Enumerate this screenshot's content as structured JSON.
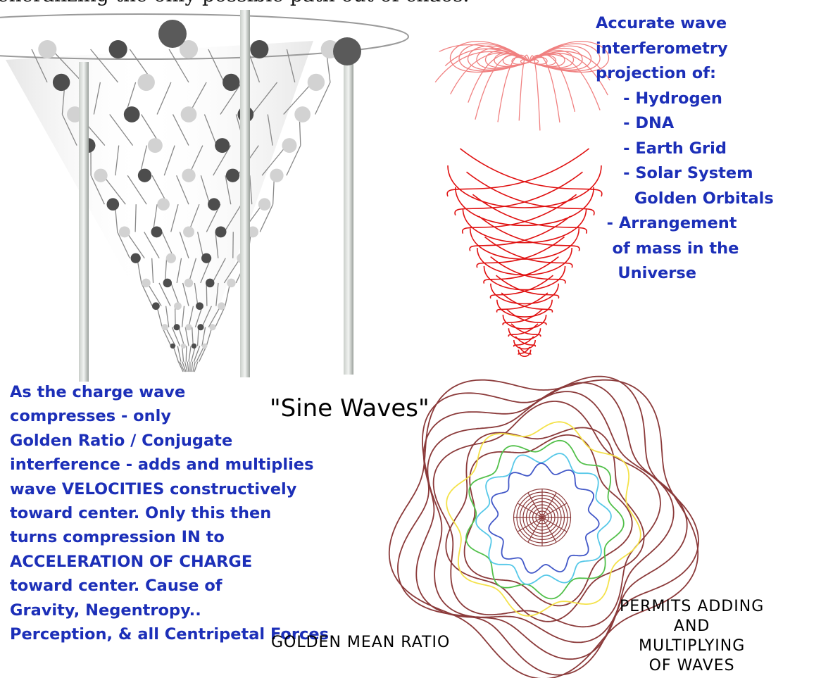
{
  "top_caption": "eneralizing the only possible path out of chaos.",
  "projection_block": {
    "lines": [
      "Accurate wave",
      "interferometry",
      "projection of:",
      "     - Hydrogen",
      "     - DNA",
      "     - Earth Grid",
      "     - Solar System",
      "       Golden Orbitals",
      "  - Arrangement",
      "   of mass in the",
      "    Universe"
    ]
  },
  "charge_block": {
    "lines": [
      "As the charge wave",
      "compresses - only",
      "Golden Ratio / Conjugate",
      "interference - adds and multiplies",
      "wave VELOCITIES constructively",
      "toward center. Only this then",
      "turns compression IN to",
      "ACCELERATION OF CHARGE",
      "toward center. Cause of",
      "Gravity, Negentropy..",
      "Perception, & all Centripetal Forces"
    ]
  },
  "sine_waves_label": "\"Sine Waves\"",
  "golden_mean_label": "GOLDEN MEAN RATIO",
  "permits_block": {
    "lines": [
      "PERMITS ADDING",
      "AND",
      "MULTIPLYING",
      "OF WAVES"
    ]
  },
  "colors": {
    "text_blue": "#1c2fb8",
    "wave_red": "#e01010",
    "field_pink": "#f08080",
    "rose_brown": "#8b3a3a",
    "rose_yellow": "#f4e24a",
    "rose_cyan": "#56c8e8",
    "rose_green": "#52c04a",
    "rose_blue": "#4258c8",
    "pole_gray": "#a9afaa"
  }
}
